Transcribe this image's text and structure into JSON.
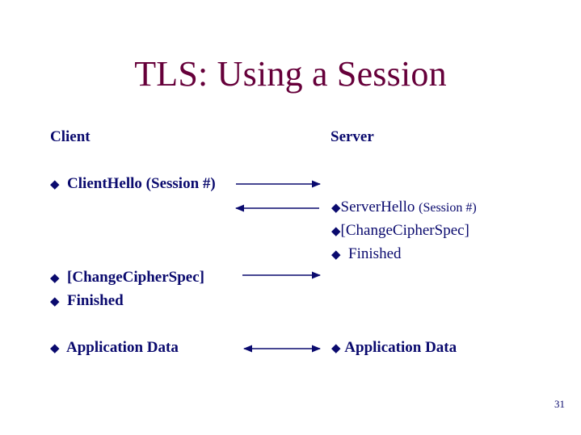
{
  "title": "TLS: Using a Session",
  "headers": {
    "client": "Client",
    "server": "Server"
  },
  "bullet_glyph": "◆",
  "client_messages": {
    "client_hello": "ClientHello (Session #)",
    "change_cipher_spec": "[ChangeCipherSpec]",
    "finished": "Finished",
    "application_data": "Application Data"
  },
  "server_messages": {
    "server_hello": "ServerHello",
    "server_hello_suffix": "(Session #)",
    "change_cipher_spec": "[ChangeCipherSpec]",
    "finished": "Finished",
    "application_data": "Application Data"
  },
  "page_number": "31",
  "colors": {
    "title": "#66003a",
    "text": "#0a0a6e",
    "arrow": "#0a0a6e"
  }
}
